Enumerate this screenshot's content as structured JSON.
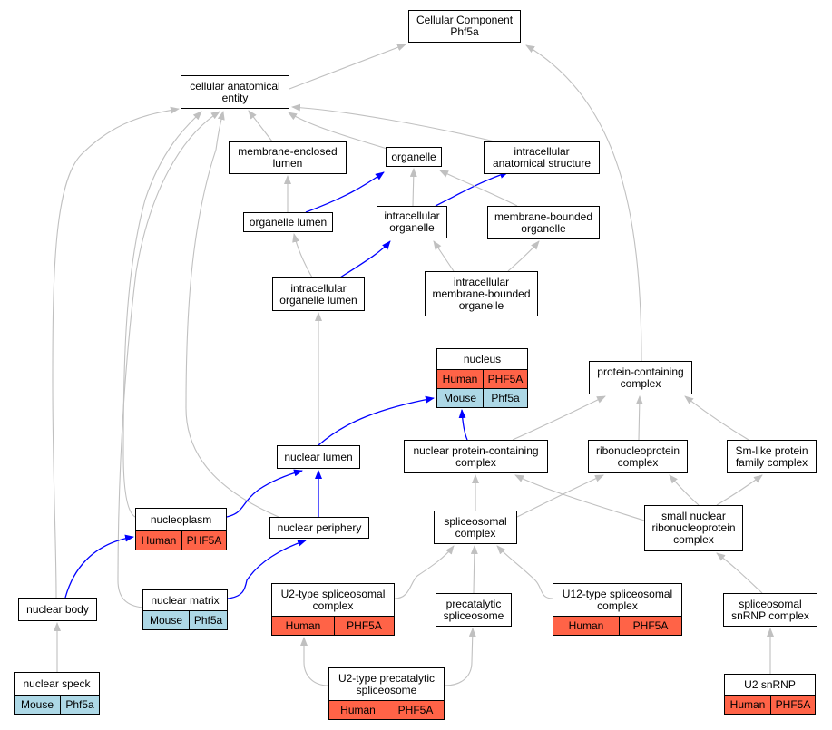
{
  "colors": {
    "human": "#ff6347",
    "mouse": "#add8e6",
    "edge_gray": "#c0c0c0",
    "edge_blue": "#0000ff"
  },
  "nodes": {
    "cc": {
      "label": "Cellular Component\nPhf5a"
    },
    "cae": {
      "label": "cellular anatomical\nentity"
    },
    "mel": {
      "label": "membrane-enclosed\nlumen"
    },
    "org": {
      "label": "organelle"
    },
    "ias": {
      "label": "intracellular\nanatomical structure"
    },
    "orgl": {
      "label": "organelle lumen"
    },
    "io": {
      "label": "intracellular\norganelle"
    },
    "mbo": {
      "label": "membrane-bounded\norganelle"
    },
    "iol": {
      "label": "intracellular\norganelle lumen"
    },
    "imbo": {
      "label": "intracellular\nmembrane-bounded\norganelle"
    },
    "nucleus": {
      "label": "nucleus",
      "rows": [
        {
          "species": "Human",
          "gene": "PHF5A"
        },
        {
          "species": "Mouse",
          "gene": "Phf5a"
        }
      ]
    },
    "pcc": {
      "label": "protein-containing\ncomplex"
    },
    "nl": {
      "label": "nuclear lumen"
    },
    "npcc": {
      "label": "nuclear protein-containing\ncomplex"
    },
    "rnp": {
      "label": "ribonucleoprotein\ncomplex"
    },
    "smlike": {
      "label": "Sm-like protein\nfamily complex"
    },
    "nucleoplasm": {
      "label": "nucleoplasm",
      "rows": [
        {
          "species": "Human",
          "gene": "PHF5A"
        }
      ]
    },
    "np": {
      "label": "nuclear periphery"
    },
    "spl": {
      "label": "spliceosomal\ncomplex"
    },
    "snrnp": {
      "label": "small nuclear\nribonucleoprotein\ncomplex"
    },
    "nb": {
      "label": "nuclear body"
    },
    "nm": {
      "label": "nuclear matrix",
      "rows": [
        {
          "species": "Mouse",
          "gene": "Phf5a"
        }
      ]
    },
    "u2type": {
      "label": "U2-type spliceosomal\ncomplex",
      "rows": [
        {
          "species": "Human",
          "gene": "PHF5A"
        }
      ]
    },
    "precat": {
      "label": "precatalytic\nspliceosome"
    },
    "u12": {
      "label": "U12-type spliceosomal\ncomplex",
      "rows": [
        {
          "species": "Human",
          "gene": "PHF5A"
        }
      ]
    },
    "ssnrnp": {
      "label": "spliceosomal\nsnRNP complex"
    },
    "ns": {
      "label": "nuclear speck",
      "rows": [
        {
          "species": "Mouse",
          "gene": "Phf5a"
        }
      ]
    },
    "u2precat": {
      "label": "U2-type precatalytic\nspliceosome",
      "rows": [
        {
          "species": "Human",
          "gene": "PHF5A"
        }
      ]
    },
    "u2snrnp": {
      "label": "U2 snRNP",
      "rows": [
        {
          "species": "Human",
          "gene": "PHF5A"
        }
      ]
    }
  },
  "edges": [
    {
      "from": "cae",
      "to": "cc",
      "type": "is_a"
    },
    {
      "from": "pcc",
      "to": "cc",
      "type": "is_a"
    },
    {
      "from": "mel",
      "to": "cae",
      "type": "is_a"
    },
    {
      "from": "org",
      "to": "cae",
      "type": "is_a"
    },
    {
      "from": "ias",
      "to": "cae",
      "type": "is_a"
    },
    {
      "from": "nb",
      "to": "cae",
      "type": "is_a"
    },
    {
      "from": "nucleoplasm",
      "to": "cae",
      "type": "is_a"
    },
    {
      "from": "nm",
      "to": "cae",
      "type": "is_a"
    },
    {
      "from": "np",
      "to": "cae",
      "type": "is_a"
    },
    {
      "from": "orgl",
      "to": "mel",
      "type": "is_a"
    },
    {
      "from": "orgl",
      "to": "org",
      "type": "part_of"
    },
    {
      "from": "io",
      "to": "org",
      "type": "is_a"
    },
    {
      "from": "io",
      "to": "ias",
      "type": "part_of"
    },
    {
      "from": "mbo",
      "to": "org",
      "type": "is_a"
    },
    {
      "from": "iol",
      "to": "orgl",
      "type": "is_a"
    },
    {
      "from": "iol",
      "to": "io",
      "type": "part_of"
    },
    {
      "from": "imbo",
      "to": "io",
      "type": "is_a"
    },
    {
      "from": "imbo",
      "to": "mbo",
      "type": "is_a"
    },
    {
      "from": "nl",
      "to": "iol",
      "type": "is_a"
    },
    {
      "from": "nl",
      "to": "nucleus",
      "type": "part_of"
    },
    {
      "from": "npcc",
      "to": "nucleus",
      "type": "part_of"
    },
    {
      "from": "npcc",
      "to": "pcc",
      "type": "is_a"
    },
    {
      "from": "rnp",
      "to": "pcc",
      "type": "is_a"
    },
    {
      "from": "smlike",
      "to": "pcc",
      "type": "is_a"
    },
    {
      "from": "nucleoplasm",
      "to": "nl",
      "type": "part_of"
    },
    {
      "from": "np",
      "to": "nl",
      "type": "part_of"
    },
    {
      "from": "nm",
      "to": "np",
      "type": "part_of"
    },
    {
      "from": "nb",
      "to": "nucleoplasm",
      "type": "part_of"
    },
    {
      "from": "spl",
      "to": "npcc",
      "type": "is_a"
    },
    {
      "from": "spl",
      "to": "rnp",
      "type": "is_a"
    },
    {
      "from": "snrnp",
      "to": "npcc",
      "type": "is_a"
    },
    {
      "from": "snrnp",
      "to": "rnp",
      "type": "is_a"
    },
    {
      "from": "snrnp",
      "to": "smlike",
      "type": "is_a"
    },
    {
      "from": "u2type",
      "to": "spl",
      "type": "is_a"
    },
    {
      "from": "precat",
      "to": "spl",
      "type": "is_a"
    },
    {
      "from": "u12",
      "to": "spl",
      "type": "is_a"
    },
    {
      "from": "ssnrnp",
      "to": "snrnp",
      "type": "is_a"
    },
    {
      "from": "ns",
      "to": "nb",
      "type": "is_a"
    },
    {
      "from": "u2precat",
      "to": "u2type",
      "type": "is_a"
    },
    {
      "from": "u2precat",
      "to": "precat",
      "type": "is_a"
    },
    {
      "from": "u2snrnp",
      "to": "ssnrnp",
      "type": "is_a"
    }
  ]
}
